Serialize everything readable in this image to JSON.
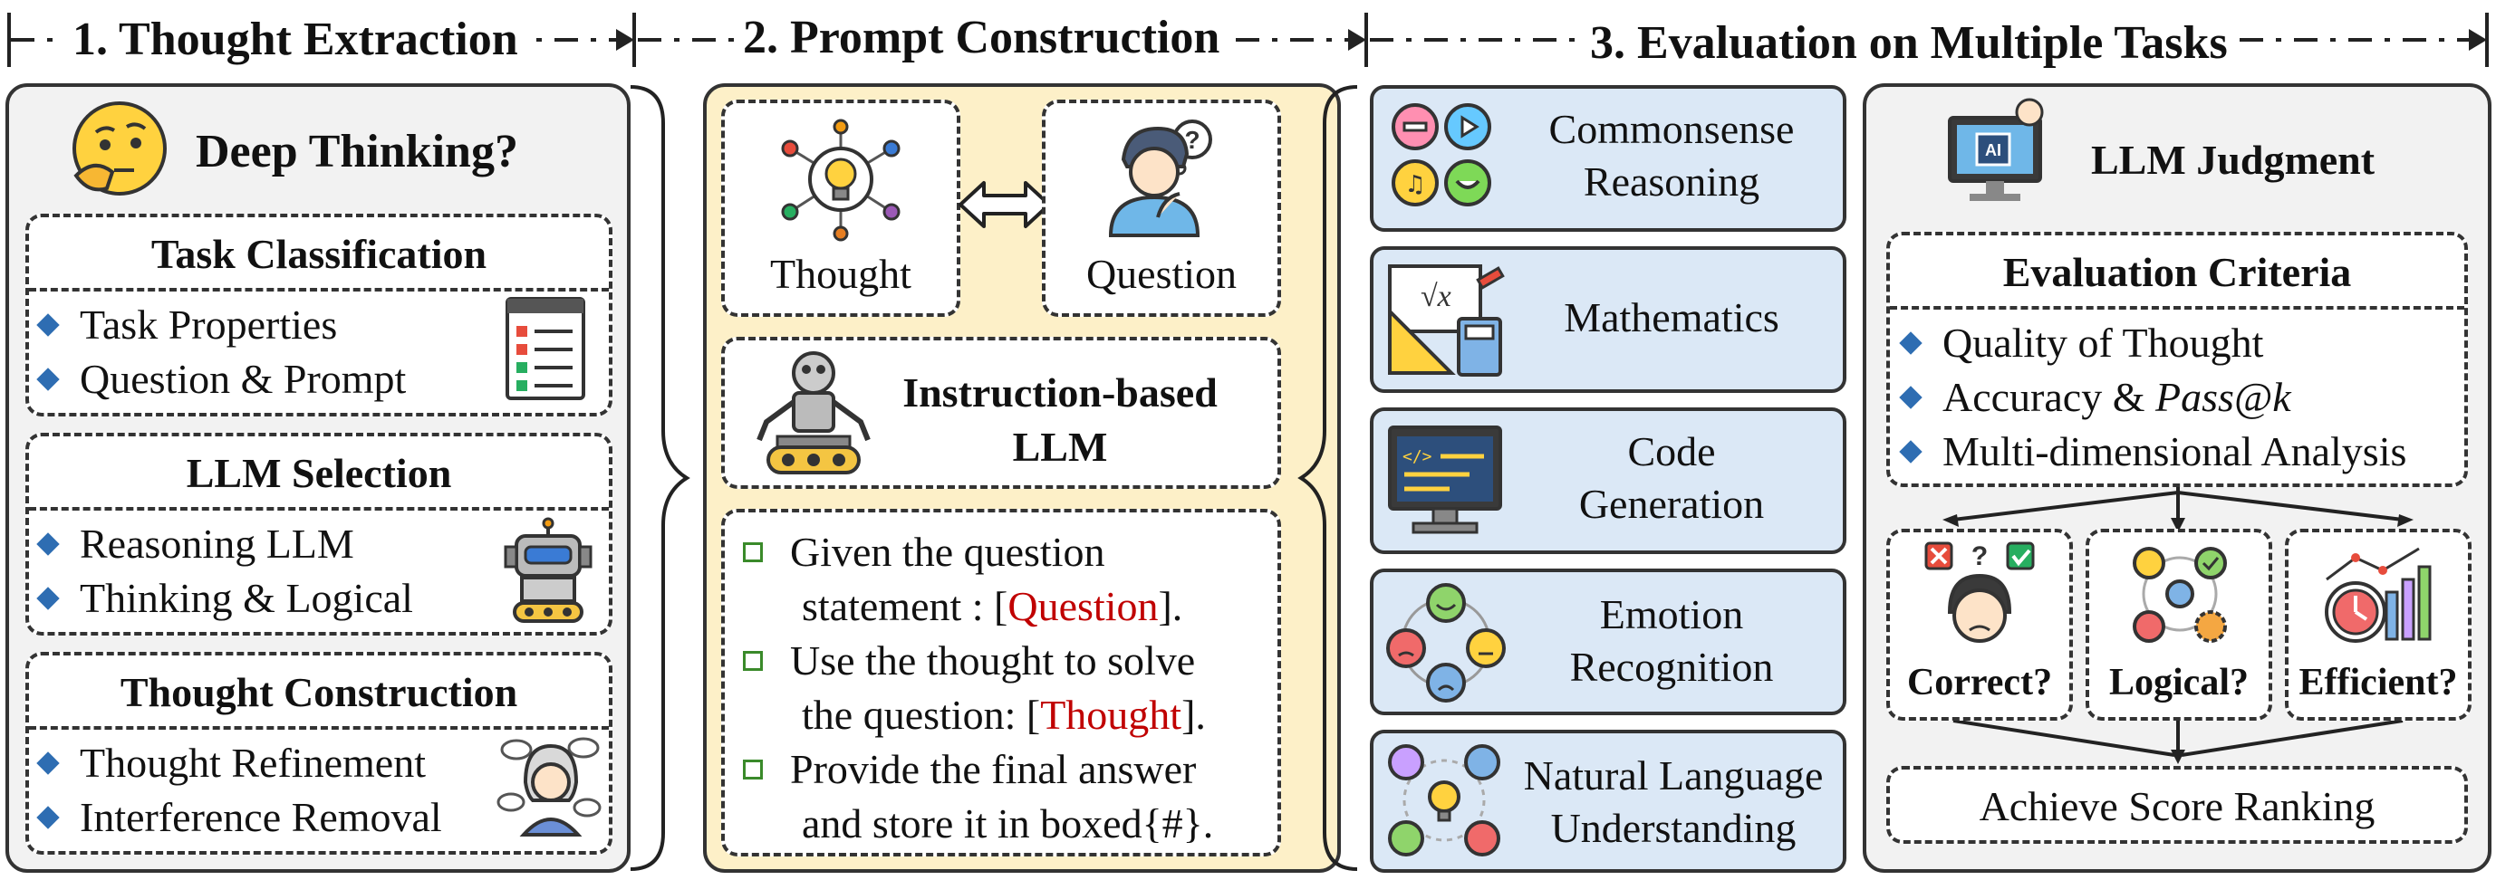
{
  "headers": {
    "step1": "1. Thought Extraction",
    "step2": "2. Prompt Construction",
    "step3": "3. Evaluation on Multiple Tasks"
  },
  "extraction": {
    "title": "Deep Thinking?",
    "sections": [
      {
        "title": "Task Classification",
        "items": [
          "Task Properties",
          "Question & Prompt"
        ]
      },
      {
        "title": "LLM Selection",
        "items": [
          "Reasoning LLM",
          "Thinking & Logical"
        ]
      },
      {
        "title": "Thought Construction",
        "items": [
          "Thought Refinement",
          "Interference Removal"
        ]
      }
    ]
  },
  "prompt": {
    "thought_label": "Thought",
    "question_label": "Question",
    "llm_line1": "Instruction-based",
    "llm_line2": "LLM",
    "instr1_line1": "Given the question",
    "instr1_line2_pre": "statement : [",
    "instr1_line2_hl": "Question",
    "instr1_line2_post": "].",
    "instr2_line1": "Use the thought to solve",
    "instr2_line2_pre": "the question: [",
    "instr2_line2_hl": "Thought",
    "instr2_line2_post": "].",
    "instr3_line1": "Provide the final answer",
    "instr3_line2": "and store it in boxed{#}."
  },
  "tasks": [
    {
      "line1": "Commonsense",
      "line2": "Reasoning"
    },
    {
      "line1": "Mathematics",
      "line2": ""
    },
    {
      "line1": "Code",
      "line2": "Generation"
    },
    {
      "line1": "Emotion",
      "line2": "Recognition"
    },
    {
      "line1": "Natural Language",
      "line2": "Understanding"
    }
  ],
  "judgment": {
    "title": "LLM Judgment",
    "criteria_title": "Evaluation Criteria",
    "criteria": [
      "Quality of Thought",
      "Accuracy & ",
      "Multi-dimensional Analysis"
    ],
    "criteria_italic": "Pass@k",
    "checks": [
      "Correct?",
      "Logical?",
      "Efficient?"
    ],
    "result": "Achieve Score Ranking"
  },
  "colors": {
    "prompt_bg": "#fdf0c8",
    "task_bg": "#dbe8f6",
    "gray_bg": "#f2f2f2",
    "bullet_blue": "#2e6db2",
    "highlight_red": "#c00000",
    "checkbox_green": "#3a8a2a"
  },
  "icons": [
    "thinking-face-icon",
    "checklist-icon",
    "robot-icon",
    "woman-thinking-icon",
    "lightbulb-network-icon",
    "man-question-icon",
    "double-arrow-icon",
    "app-icons-icon",
    "math-tools-icon",
    "code-screen-icon",
    "emotion-faces-icon",
    "people-idea-icon",
    "ai-monitor-icon",
    "confused-person-icon",
    "logic-gears-icon",
    "efficiency-chart-icon"
  ]
}
